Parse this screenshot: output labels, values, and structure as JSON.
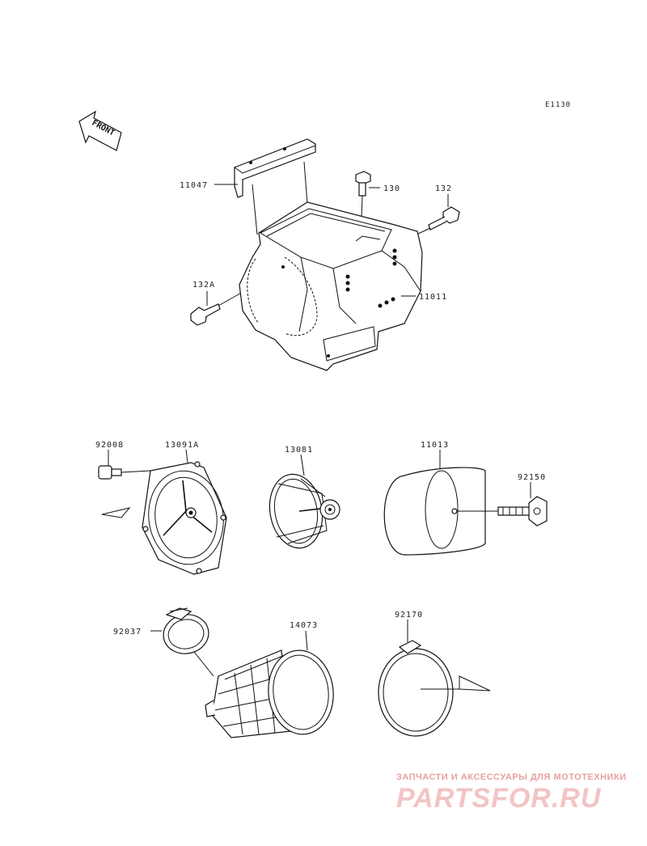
{
  "diagram_code": "E1130",
  "front_label": "FRONT",
  "parts": [
    {
      "id": "11047",
      "key": "bracket"
    },
    {
      "id": "130",
      "key": "bolt-130"
    },
    {
      "id": "132",
      "key": "bolt-132"
    },
    {
      "id": "132A",
      "key": "bolt-132a"
    },
    {
      "id": "11011",
      "key": "air-box"
    },
    {
      "id": "92008",
      "key": "screw-92008"
    },
    {
      "id": "13091A",
      "key": "holder-13091a"
    },
    {
      "id": "13081",
      "key": "cage-13081"
    },
    {
      "id": "11013",
      "key": "filter-11013"
    },
    {
      "id": "92150",
      "key": "wing-bolt-92150"
    },
    {
      "id": "92037",
      "key": "clamp-92037"
    },
    {
      "id": "14073",
      "key": "duct-14073"
    },
    {
      "id": "92170",
      "key": "clamp-92170"
    }
  ],
  "watermark": {
    "tagline": "ЗАПЧАСТИ И АКСЕССУАРЫ ДЛЯ МОТОТЕХНИКИ",
    "brand": "PARTSFOR.RU"
  }
}
